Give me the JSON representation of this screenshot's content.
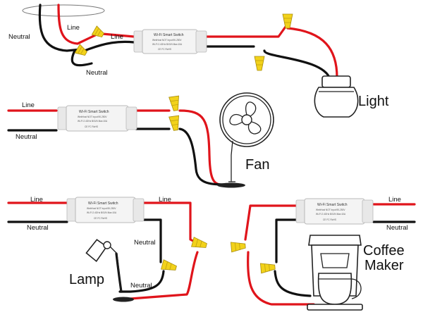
{
  "labels": {
    "line": "Line",
    "neutral": "Neutral"
  },
  "switch": {
    "title": "Wi-Fi Smart Switch",
    "spec1": "WebHost NOT  Input:90-250V",
    "spec2": "Wi-Fi 2.4GHz  B/G/N  Max:10A",
    "mark": "CE FC RoHS"
  },
  "devices": {
    "light": "Light",
    "fan": "Fan",
    "lamp": "Lamp",
    "coffee_maker": [
      "Coffee",
      "Maker"
    ]
  },
  "colors": {
    "line_wire": "#e0141b",
    "neutral_wire": "#111111",
    "wire_nut": "#f2d21b"
  }
}
